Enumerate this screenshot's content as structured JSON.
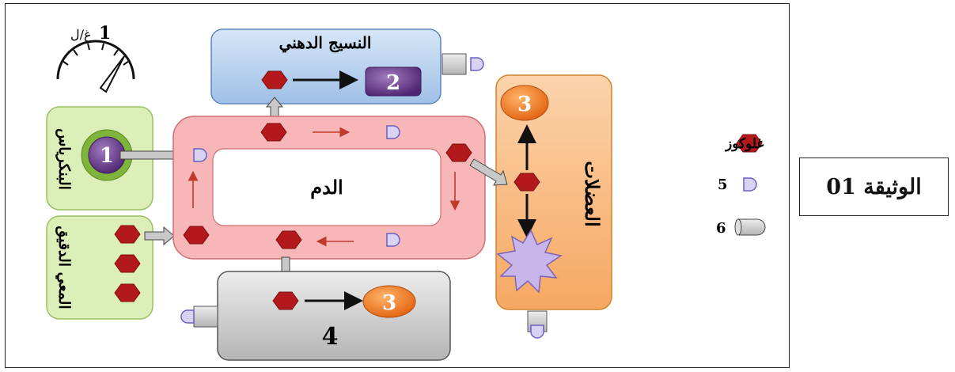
{
  "gauge": {
    "value": "1",
    "unit": "غ/ل"
  },
  "boxes": {
    "adipose": "النسيج الدهني",
    "blood": "الدم",
    "muscles": "العضلات",
    "pancreas": "البنكرياس",
    "intestine": "المعي الدقيق"
  },
  "markers": {
    "pancreas_num": "1",
    "adipose_num": "2",
    "muscle_num": "3",
    "lower_num": "3",
    "lower_box_num": "4"
  },
  "legend": {
    "glucose": "غلوكوز",
    "item5": "5",
    "item6": "6"
  },
  "document_label": "الوثيقة 01",
  "colors": {
    "hexagon": "#b3191c",
    "blood_box": "#f7b7b9",
    "adipose_box": "#b9d2ee",
    "muscle_box": "#f9c394",
    "lower_box": "#cfcfcf",
    "green_box": "#dcefb8",
    "purple": "#6b3a8c",
    "orange": "#ef7a24"
  }
}
